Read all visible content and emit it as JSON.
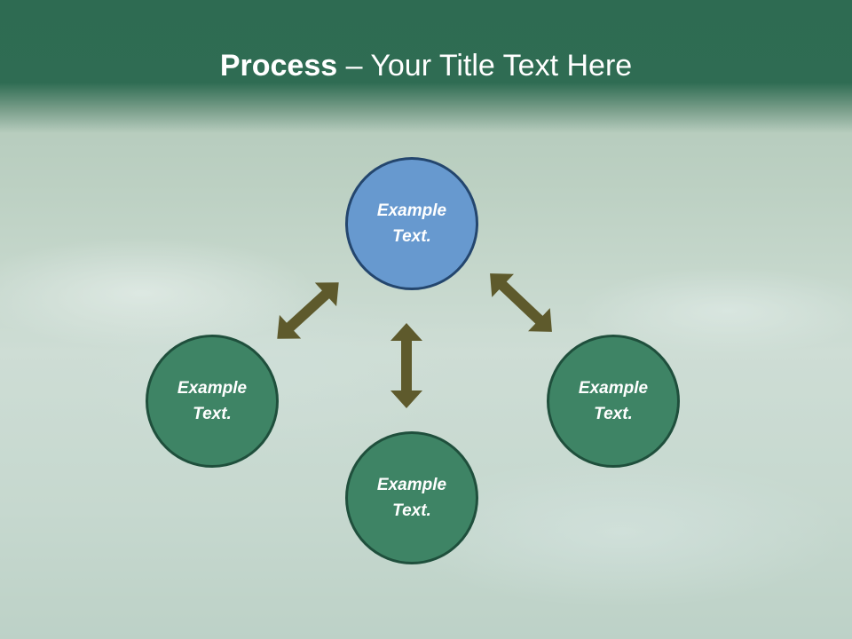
{
  "title": {
    "bold": "Process",
    "rest": " – Your Title Text Here"
  },
  "nodes": {
    "top": {
      "label": "Example Text."
    },
    "left": {
      "label": "Example Text."
    },
    "right": {
      "label": "Example Text."
    },
    "bottom": {
      "label": "Example Text."
    }
  },
  "colors": {
    "header": "#2f6c53",
    "node_green": "#3e8465",
    "node_blue": "#6799cf",
    "arrow": "#5e5a2c"
  },
  "icons": [
    "double-arrow-icon"
  ]
}
